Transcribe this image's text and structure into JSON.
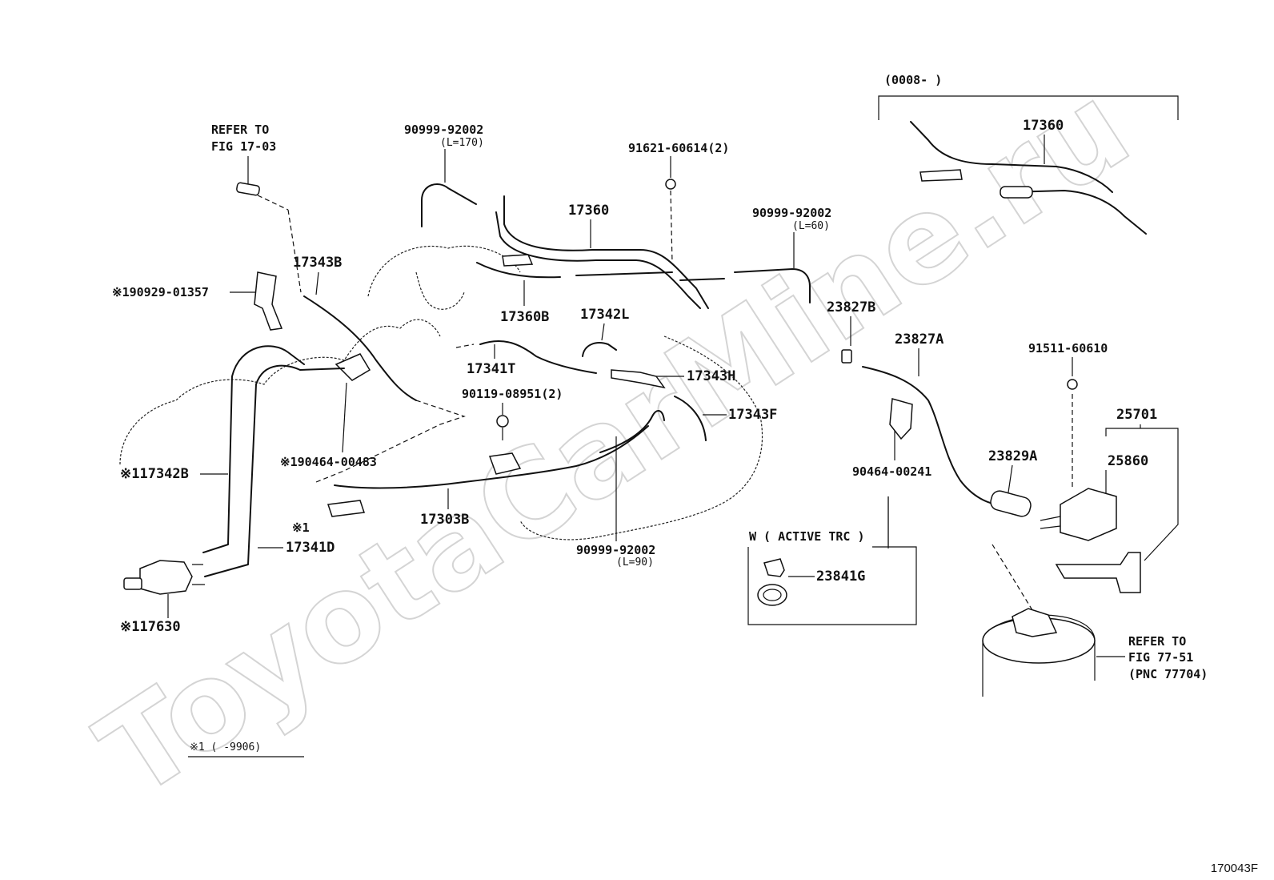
{
  "watermark": "ToyotaCarMine.ru",
  "figure_code": "170043F",
  "bracket_note": "(0008-       )",
  "footnote": "※1  (       -9906)",
  "labels": {
    "refer_fig_17_03": [
      "REFER TO",
      "FIG 17-03"
    ],
    "p90999_92002_170": [
      "90999-92002",
      "(L=170)"
    ],
    "p91621_60614": "91621-60614(2)",
    "p17360_main": "17360",
    "p90999_92002_60": [
      "90999-92002",
      "(L=60)"
    ],
    "p17360_right": "17360",
    "p17343B": "17343B",
    "p90929_01357": "※190929-01357",
    "p17360B": "17360B",
    "p17342L": "17342L",
    "p23827B": "23827B",
    "p23827A": "23827A",
    "p91511_60610": "91511-60610",
    "p17341T": "17341T",
    "p17343H": "17343H",
    "p90119_08951": "90119-08951(2)",
    "p17343F": "17343F",
    "p25701": "25701",
    "p90464_00483": "※190464-00483",
    "p23829A": "23829A",
    "p25860": "25860",
    "p17342B": "※117342B",
    "p90464_00241": "90464-00241",
    "p17303B": "17303B",
    "p17341D_mark": "※1",
    "p17341D": "17341D",
    "p90999_92002_90": [
      "90999-92002",
      "(L=90)"
    ],
    "w_active_trc": "W ( ACTIVE  TRC )",
    "p23841G": "23841G",
    "p17630": "※117630",
    "refer_fig_77_51": [
      "REFER TO",
      "FIG 77-51",
      "(PNC 77704)"
    ]
  }
}
